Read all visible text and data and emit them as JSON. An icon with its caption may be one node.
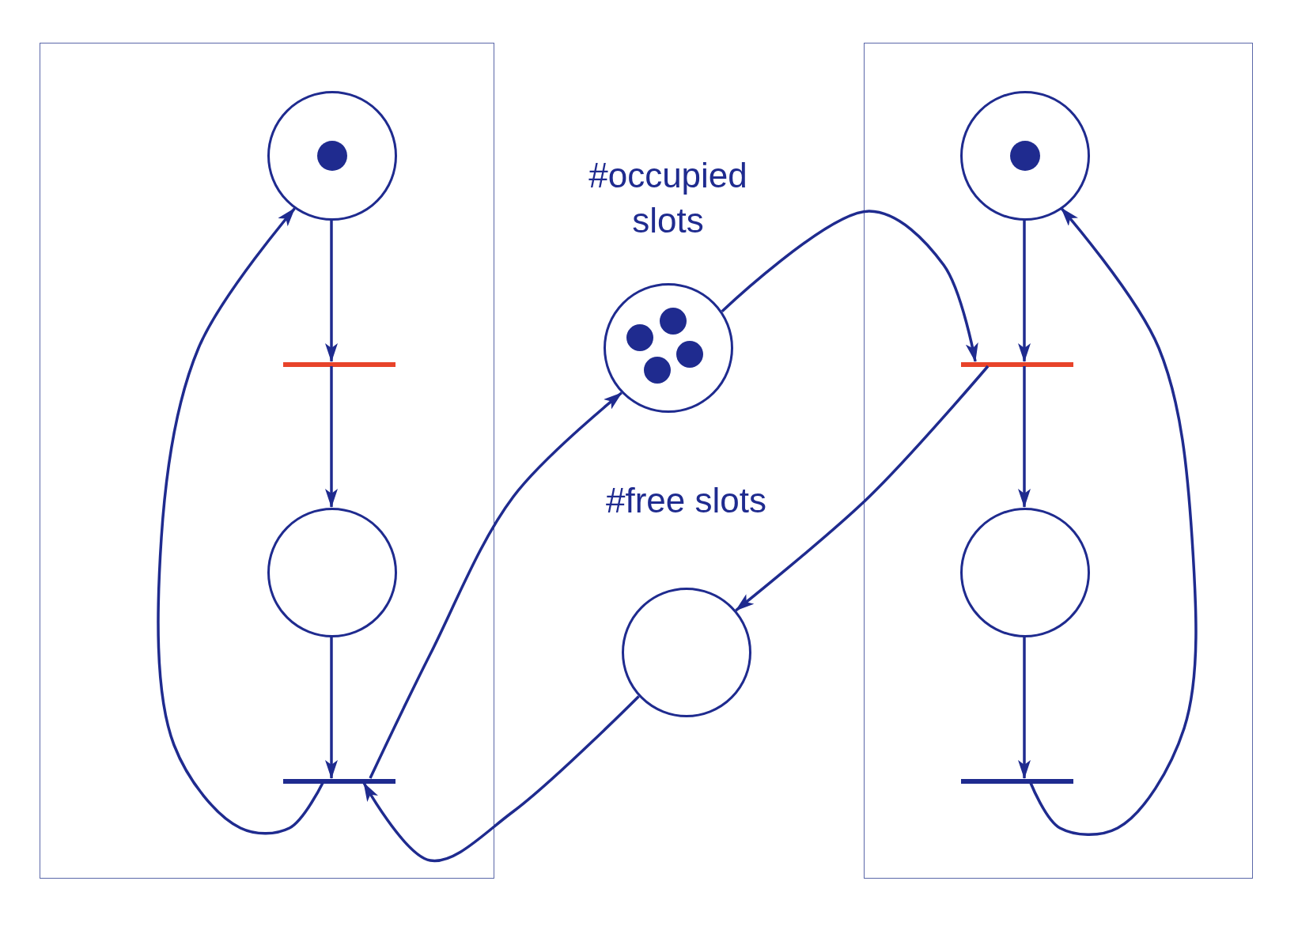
{
  "diagram": {
    "nodes": [
      {
        "text": [],
        "shape": "box"
      },
      {
        "text": [],
        "shape": "box"
      },
      {
        "text": [],
        "shape": "circle",
        "in": 0
      },
      {
        "text": [],
        "shape": "bar",
        "in": 0
      },
      {
        "text": [],
        "shape": "circle",
        "in": 0
      },
      {
        "text": [],
        "shape": "bar",
        "in": 0
      },
      {
        "text": [],
        "shape": "circle",
        "in": 1
      },
      {
        "text": [],
        "shape": "bar",
        "in": 1
      },
      {
        "text": [],
        "shape": "circle",
        "in": 1
      },
      {
        "text": [],
        "shape": "bar",
        "in": 1
      },
      {
        "text": [
          "#occupied slots"
        ]
      },
      {
        "text": [
          "#free slots"
        ]
      }
    ],
    "edges": [
      {
        "from": 2,
        "to": 3,
        "arrow": "to"
      },
      {
        "from": 3,
        "to": 4,
        "arrow": "to"
      },
      {
        "from": 4,
        "to": 5,
        "arrow": "to"
      },
      {
        "from": 5,
        "to": 2,
        "arrow": "to"
      },
      {
        "from": 5,
        "to": 10,
        "arrow": "to"
      },
      {
        "from": 10,
        "to": 7,
        "arrow": "to"
      },
      {
        "from": 11,
        "to": 5,
        "arrow": "to"
      },
      {
        "from": 7,
        "to": 11,
        "arrow": "to"
      },
      {
        "from": 6,
        "to": 7,
        "arrow": "to"
      },
      {
        "from": 7,
        "to": 8,
        "arrow": "to"
      },
      {
        "from": 8,
        "to": 9,
        "arrow": "to"
      },
      {
        "from": 9,
        "to": 6,
        "arrow": "to"
      }
    ]
  }
}
